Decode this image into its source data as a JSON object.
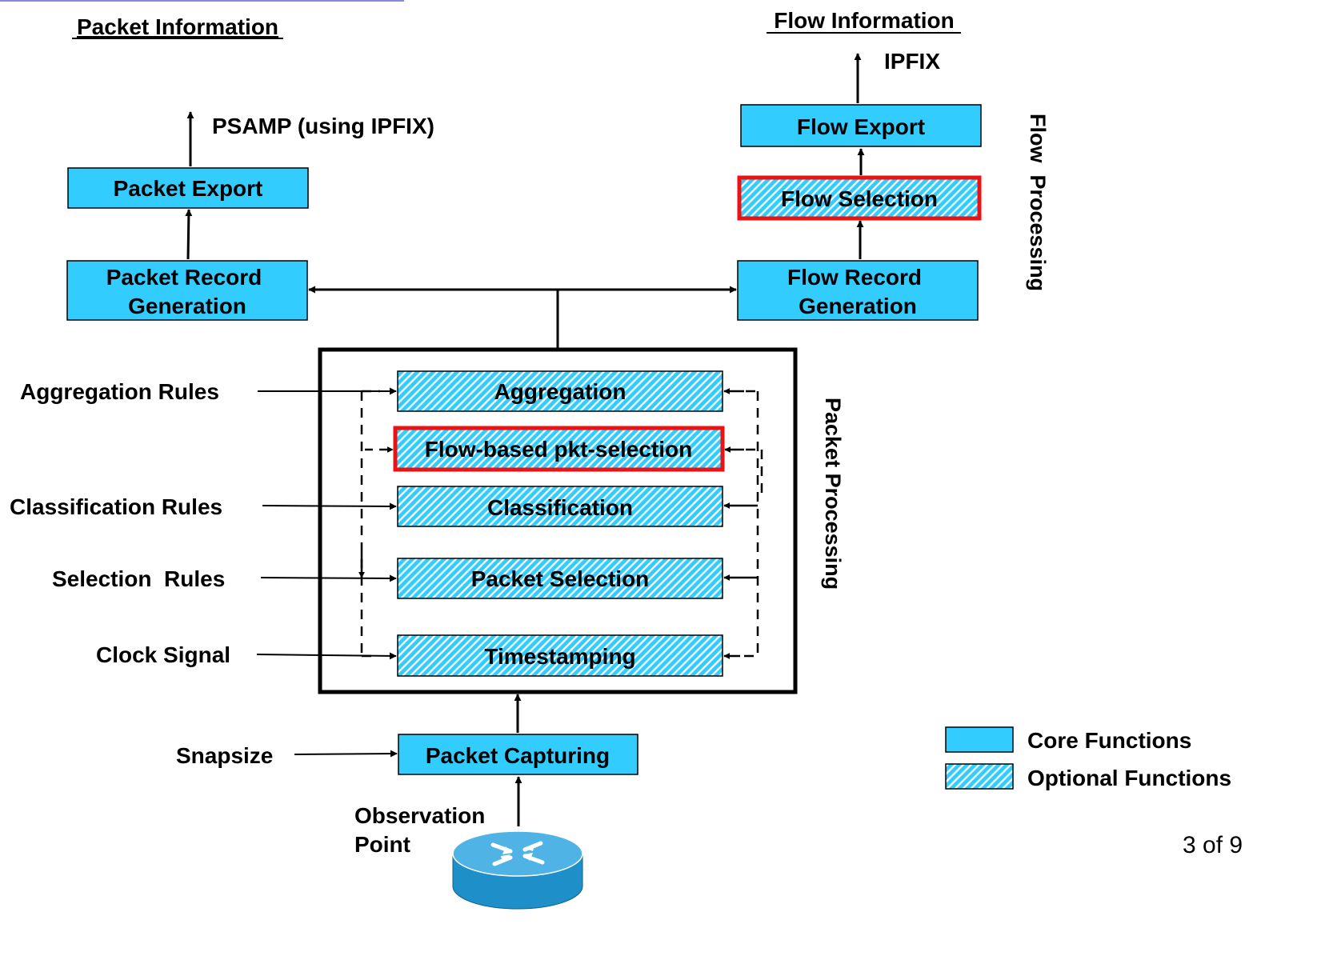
{
  "headers": {
    "packet_information": "Packet Information",
    "flow_information": "Flow Information"
  },
  "exports": {
    "psamp": "PSAMP (using IPFIX)",
    "ipfix": "IPFIX"
  },
  "boxes": {
    "packet_export": "Packet Export",
    "packet_record_line1": "Packet Record",
    "packet_record_line2": "Generation",
    "flow_export": "Flow Export",
    "flow_selection": "Flow Selection",
    "flow_record_line1": "Flow Record",
    "flow_record_line2": "Generation",
    "aggregation": "Aggregation",
    "flow_based_pkt_selection": "Flow-based pkt-selection",
    "classification": "Classification",
    "packet_selection": "Packet Selection",
    "timestamping": "Timestamping",
    "packet_capturing": "Packet Capturing"
  },
  "inputs": {
    "aggregation_rules": "Aggregation Rules",
    "classification_rules": "Classification Rules",
    "selection_rules": "Selection  Rules",
    "clock_signal": "Clock Signal",
    "snapsize": "Snapsize"
  },
  "side_labels": {
    "flow_processing": "Flow  Processing",
    "packet_processing": "Packet Processing"
  },
  "observation_point": {
    "line1": "Observation",
    "line2": "Point"
  },
  "legend": {
    "core": "Core Functions",
    "optional": "Optional Functions"
  },
  "page_number": "3 of 9",
  "colors": {
    "box_fill": "#33ccff",
    "highlight_border": "#ee1111",
    "router_fill": "#1e8fc8"
  }
}
